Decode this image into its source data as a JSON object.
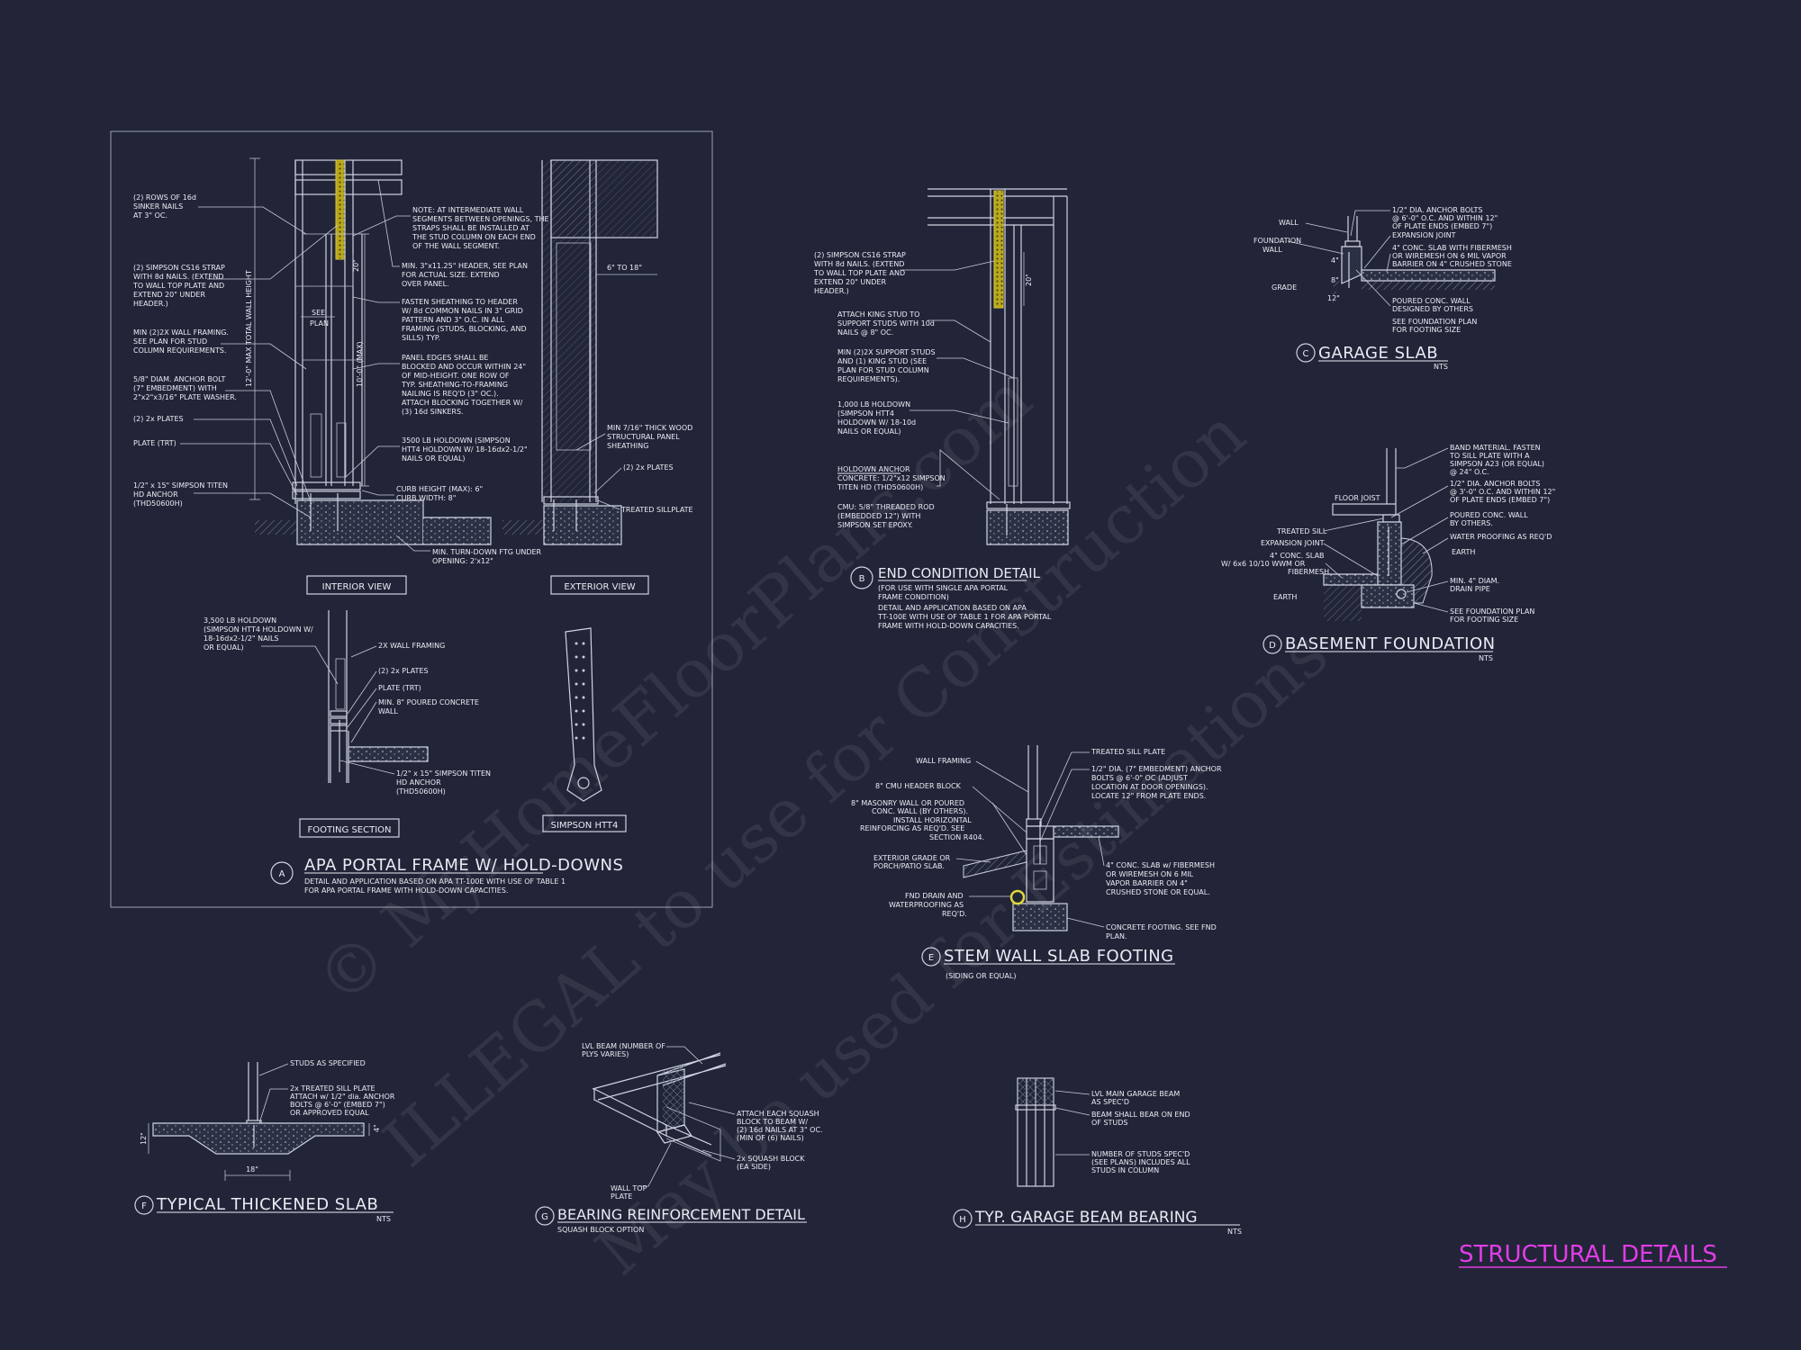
{
  "sheet_title": "STRUCTURAL DETAILS",
  "watermark": {
    "line1": "© MyHomeFloorPlans.com",
    "line2": "ILLEGAL to use for Construction",
    "line3": "May be used for Estimations"
  },
  "detail_a": {
    "letter": "A",
    "title": "APA PORTAL FRAME W/ HOLD-DOWNS",
    "caption1": "DETAIL AND APPLICATION BASED ON APA TT-100E WITH USE OF TABLE 1",
    "caption2": "FOR APA PORTAL FRAME WITH HOLD-DOWN CAPACITIES.",
    "interior_view": "INTERIOR VIEW",
    "exterior_view": "EXTERIOR VIEW",
    "footing_section": "FOOTING SECTION",
    "simpson_htt4": "SIMPSON HTT4",
    "n1": "(2) ROWS OF 16d",
    "n2": "SINKER NAILS",
    "n3": "AT 3\" OC.",
    "n4": "(2) SIMPSON CS16 STRAP",
    "n5": "WITH 8d NAILS. (EXTEND",
    "n6": "TO WALL TOP PLATE AND",
    "n7": "EXTEND 20\" UNDER",
    "n8": "HEADER.)",
    "n9": "MIN (2)2X WALL FRAMING.",
    "n10": "SEE PLAN FOR STUD",
    "n11": "COLUMN REQUIREMENTS.",
    "n12": "5/8\" DIAM. ANCHOR BOLT",
    "n13": "(7\" EMBEDMENT) WITH",
    "n14": "2\"x2\"x3/16\" PLATE WASHER.",
    "n15": "(2) 2x PLATES",
    "n16": "PLATE (TRT)",
    "n17": "1/2\" x 15\" SIMPSON TITEN",
    "n18": "HD ANCHOR",
    "n19": "(THD50600H)",
    "m1": "NOTE: AT INTERMEDIATE WALL",
    "m2": "SEGMENTS BETWEEN OPENINGS, THE",
    "m3": "STRAPS SHALL BE INSTALLED AT",
    "m4": "THE STUD COLUMN ON EACH END",
    "m5": "OF THE WALL SEGMENT.",
    "m6": "MIN. 3\"x11.25\" HEADER, SEE PLAN",
    "m7": "FOR ACTUAL SIZE. EXTEND",
    "m8": "OVER PANEL.",
    "m9": "FASTEN SHEATHING TO HEADER",
    "m10": "W/ 8d COMMON NAILS IN 3\" GRID",
    "m11": "PATTERN AND 3\" O.C. IN ALL",
    "m12": "FRAMING (STUDS, BLOCKING, AND",
    "m13": "SILLS) TYP.",
    "m14": "PANEL EDGES SHALL BE",
    "m15": "BLOCKED AND OCCUR WITHIN 24\"",
    "m16": "OF MID-HEIGHT. ONE ROW OF",
    "m17": "TYP. SHEATHING-TO-FRAMING",
    "m18": "NAILING IS REQ'D (3\" OC.).",
    "m19": "ATTACH BLOCKING TOGETHER W/",
    "m20": "(3) 16d SINKERS.",
    "m21": "3500 LB HOLDOWN (SIMPSON",
    "m22": "HTT4 HOLDOWN W/ 18-16dx2-1/2\"",
    "m23": "NAILS OR EQUAL)",
    "m24": "CURB HEIGHT (MAX): 6\"",
    "m25": "CURB WIDTH: 8\"",
    "m26": "MIN. TURN-DOWN FTG UNDER",
    "m27": "OPENING: 2'x12\"",
    "d1": "12'-0\" MAX TOTAL WALL HEIGHT",
    "d2": "10'-0\" (MAX)",
    "d3": "20\"",
    "d4": "SEE",
    "d5": "PLAN",
    "d6": "6\" TO 18\"",
    "e1": "MIN 7/16\" THICK WOOD",
    "e2": "STRUCTURAL PANEL",
    "e3": "SHEATHING",
    "e4": "(2) 2x PLATES",
    "e5": "TREATED SILLPLATE",
    "f1": "3,500 LB HOLDOWN",
    "f2": "(SIMPSON HTT4 HOLDOWN W/",
    "f3": "18-16dx2-1/2\" NAILS",
    "f4": "OR EQUAL)",
    "f5": "2X WALL FRAMING",
    "f6": "(2) 2x PLATES",
    "f7": "PLATE (TRT)",
    "f8": "MIN. 8\" POURED CONCRETE",
    "f9": "WALL",
    "f10": "1/2\" x 15\" SIMPSON TITEN",
    "f11": "HD ANCHOR",
    "f12": "(THD50600H)"
  },
  "detail_b": {
    "letter": "B",
    "title": "END CONDITION DETAIL",
    "c1": "(FOR USE WITH SINGLE APA PORTAL",
    "c2": "FRAME CONDITION)",
    "c3": "DETAIL AND APPLICATION BASED ON APA",
    "c4": "TT-100E WITH USE OF TABLE 1 FOR APA PORTAL",
    "c5": "FRAME WITH HOLD-DOWN CAPACITIES.",
    "n1": "(2) SIMPSON CS16 STRAP",
    "n2": "WITH 8d NAILS. (EXTEND",
    "n3": "TO WALL TOP PLATE AND",
    "n4": "EXTEND 20\" UNDER",
    "n5": "HEADER.)",
    "n6": "ATTACH KING STUD TO",
    "n7": "SUPPORT STUDS WITH 10d",
    "n8": "NAILS @ 8\" OC.",
    "n9": "MIN (2)2X SUPPORT STUDS",
    "n10": "AND (1) KING STUD (SEE",
    "n11": "PLAN FOR STUD COLUMN",
    "n12": "REQUIREMENTS).",
    "n13": "1,000 LB HOLDOWN",
    "n14": "(SIMPSON HTT4",
    "n15": "HOLDOWN W/ 18-10d",
    "n16": "NAILS OR EQUAL)",
    "n17": "HOLDOWN ANCHOR",
    "n18": "CONCRETE: 1/2\"x12 SIMPSON",
    "n19": "TITEN HD (THD50600H)",
    "n20": "CMU: 5/8\" THREADED ROD",
    "n21": "(EMBEDDED 12\") WITH",
    "n22": "SIMPSON SET EPOXY.",
    "dim": "20\""
  },
  "detail_c": {
    "letter": "C",
    "title": "GARAGE SLAB",
    "nts": "NTS",
    "l1": "WALL",
    "l2": "FOUNDATION",
    "l3": "WALL",
    "l4": "GRADE",
    "d1": "4\"",
    "d2": "8\"",
    "d3": "12\"",
    "r1": "1/2\" DIA. ANCHOR BOLTS",
    "r2": "@ 6'-0\" O.C. AND WITHIN 12\"",
    "r3": "OF PLATE ENDS (EMBED 7\")",
    "r4": "EXPANSION JOINT",
    "r5": "4\" CONC. SLAB WITH FIBERMESH",
    "r6": "OR WIREMESH ON 6 MIL VAPOR",
    "r7": "BARRIER ON 4\" CRUSHED STONE",
    "r8": "POURED CONC. WALL",
    "r9": "DESIGNED BY OTHERS",
    "r10": "SEE FOUNDATION PLAN",
    "r11": "FOR FOOTING SIZE"
  },
  "detail_d": {
    "letter": "D",
    "title": "BASEMENT FOUNDATION",
    "nts": "NTS",
    "r1": "BAND MATERIAL. FASTEN",
    "r2": "TO SILL PLATE WITH A",
    "r3": "SIMPSON A23 (OR EQUAL)",
    "r4": "@ 24\" O.C.",
    "r5": "1/2\" DIA. ANCHOR BOLTS",
    "r6": "@ 3'-0\" O.C. AND WITHIN 12\"",
    "r7": "OF PLATE ENDS (EMBED 7\")",
    "r8": "POURED CONC. WALL",
    "r9": "BY OTHERS.",
    "r10": "WATER PROOFING AS REQ'D",
    "r11": "EARTH",
    "r12": "MIN. 4\" DIAM.",
    "r13": "DRAIN PIPE",
    "r14": "SEE FOUNDATION PLAN",
    "r15": "FOR FOOTING SIZE",
    "l1": "FLOOR JOIST",
    "l2": "TREATED SILL",
    "l3": "EXPANSION JOINT",
    "l4": "4\" CONC. SLAB",
    "l5": "W/ 6x6 10/10 WWM OR",
    "l6": "FIBERMESH",
    "l7": "EARTH"
  },
  "detail_e": {
    "letter": "E",
    "title": "STEM WALL SLAB FOOTING",
    "sub": "(SIDING OR EQUAL)",
    "l1": "WALL FRAMING",
    "l2": "8\" CMU HEADER BLOCK",
    "l3": "8\" MASONRY WALL OR POURED",
    "l4": "CONC. WALL (BY OTHERS).",
    "l5": "INSTALL HORIZONTAL",
    "l6": "REINFORCING AS REQ'D. SEE",
    "l7": "SECTION R404.",
    "l8": "EXTERIOR GRADE OR",
    "l9": "PORCH/PATIO SLAB.",
    "l10": "FND DRAIN AND",
    "l11": "WATERPROOFING AS",
    "l12": "REQ'D.",
    "r1": "TREATED SILL PLATE",
    "r2": "1/2\" DIA. (7\" EMBEDMENT) ANCHOR",
    "r3": "BOLTS @ 6'-0\" OC (ADJUST",
    "r4": "LOCATION AT DOOR OPENINGS).",
    "r5": "LOCATE 12\" FROM PLATE ENDS.",
    "r6": "4\" CONC. SLAB w/ FIBERMESH",
    "r7": "OR WIREMESH ON 6 MIL",
    "r8": "VAPOR BARRIER ON 4\"",
    "r9": "CRUSHED STONE OR EQUAL.",
    "r10": "CONCRETE FOOTING. SEE FND",
    "r11": "PLAN."
  },
  "detail_f": {
    "letter": "F",
    "title": "TYPICAL THICKENED SLAB",
    "nts": "NTS",
    "n1": "STUDS AS SPECIFIED",
    "n2": "2x TREATED SILL PLATE",
    "n3": "ATTACH w/ 1/2\" dia. ANCHOR",
    "n4": "BOLTS @ 6'-0\" (EMBED 7\")",
    "n5": "OR APPROVED EQUAL",
    "d1": "18\"",
    "d2": "12\"",
    "d3": "4\""
  },
  "detail_g": {
    "letter": "G",
    "title": "BEARING REINFORCEMENT DETAIL",
    "sub": "SQUASH BLOCK OPTION",
    "n1": "LVL BEAM (NUMBER OF",
    "n2": "PLYS VARIES)",
    "n3": "ATTACH EACH SQUASH",
    "n4": "BLOCK TO BEAM W/",
    "n5": "(2) 16d NAILS AT 3\" OC.",
    "n6": "(MIN OF (6) NAILS)",
    "n7": "2x SQUASH BLOCK",
    "n8": "(EA SIDE)",
    "n9": "WALL TOP",
    "n10": "PLATE"
  },
  "detail_h": {
    "letter": "H",
    "title": "TYP. GARAGE BEAM BEARING",
    "nts": "NTS",
    "n1": "LVL MAIN GARAGE BEAM",
    "n2": "AS SPEC'D",
    "n3": "BEAM SHALL BEAR ON END",
    "n4": "OF STUDS",
    "n5": "NUMBER OF STUDS SPEC'D",
    "n6": "(SEE PLANS) INCLUDES ALL",
    "n7": "STUDS IN COLUMN"
  }
}
